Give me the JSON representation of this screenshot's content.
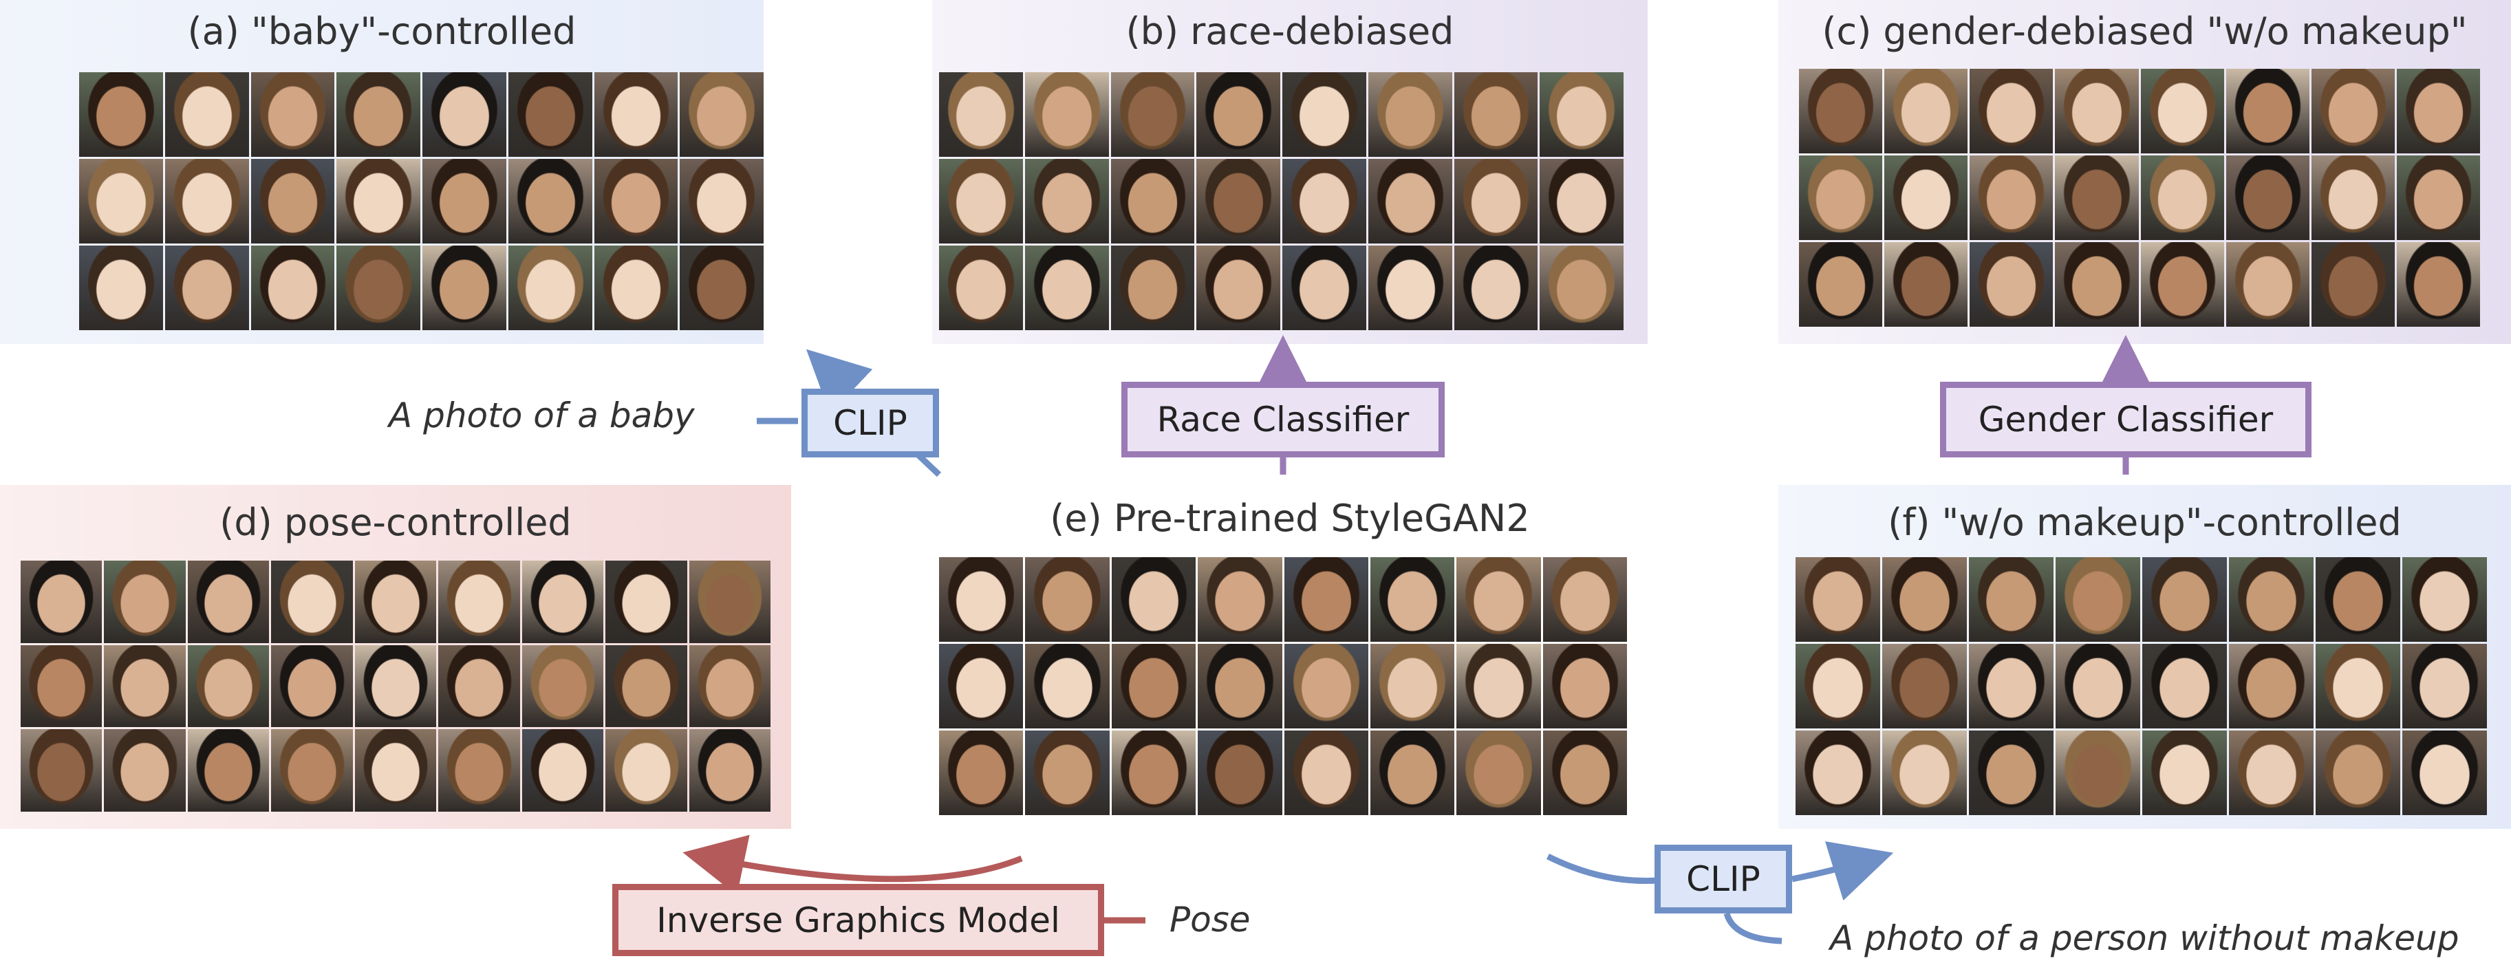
{
  "panels": {
    "a": {
      "title": "(a) \"baby\"-controlled",
      "bg": "#e9eef9"
    },
    "b": {
      "title": "(b) race-debiased",
      "bg": "#ece8f4"
    },
    "c": {
      "title": "(c) gender-debiased \"w/o makeup\"",
      "bg": "#ece8f4"
    },
    "d": {
      "title": "(d) pose-controlled",
      "bg": "#f7e3e3"
    },
    "e": {
      "title": "(e) Pre-trained StyleGAN2",
      "bg": "#ffffff"
    },
    "f": {
      "title": "(f) \"w/o makeup\"-controlled",
      "bg": "#e9eef9"
    }
  },
  "boxes": {
    "clip_top": "CLIP",
    "race": "Race Classifier",
    "gender": "Gender Classifier",
    "inverse": "Inverse Graphics Model",
    "clip_bottom": "CLIP"
  },
  "notes": {
    "baby_prompt": "A photo of a baby",
    "pose": "Pose",
    "makeup_prompt": "A photo of a person without makeup"
  },
  "colors": {
    "clip_blue": "#6f8fc7",
    "clip_fill": "#dde6f8",
    "purple": "#9a7bb5",
    "purple_fill": "#ebe3f4",
    "red": "#b55a5a",
    "red_fill": "#f5dede"
  }
}
